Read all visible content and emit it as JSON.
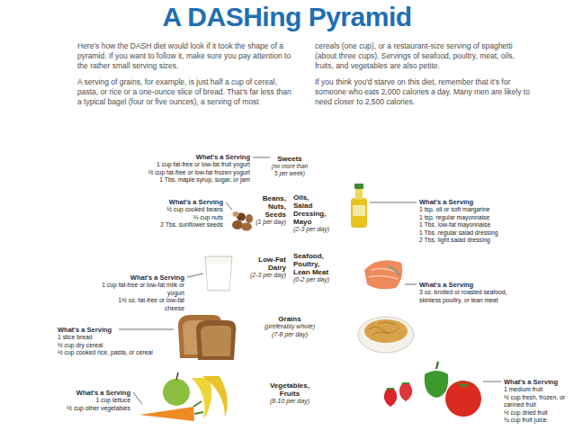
{
  "diagram": {
    "title": "A DASHing Pyramid",
    "nodes": [
      {
        "text": [
          "Sweets",
          "(no more than 5 per week)"
        ]
      },
      {
        "text": [
          "Beans, Nuts, Seeds",
          "(1 per day)"
        ]
      },
      {
        "text": [
          "Oils, Salad Dressing, Mayo",
          "(2-3 per day)"
        ]
      },
      {
        "text": [
          "Low-Fat Dairy",
          "(2-3 per day)"
        ]
      },
      {
        "text": [
          "Seafood, Poultry, Lean Meat",
          "(0-2 per day)"
        ]
      },
      {
        "text": [
          "Grains",
          "(preferably whole)",
          "(7-8 per day)"
        ]
      },
      {
        "text": [
          "Vegetables, Fruits",
          "(8-10 per day)"
        ]
      }
    ],
    "labels": [
      "Here's how the DASH diet would look if it took the shape of a pyramid. If you want to follow it, make sure you pay attention to the rather small serving sizes.",
      "A serving of grains, for example, is just half a cup of cereal, pasta, or rice or a one-ounce slice of bread. That's far less than a typical bagel (four or five ounces), a serving of most",
      "cereals (one cup), or a restaurant-size serving of spaghetti (about three cups). Servings of seafood, poultry, meat, oils, fruits, and vegetables are also petite.",
      "If you think you'd starve on this diet, remember that it's for someone who eats 2,000 calories a day. Many men are likely to need closer to 2,500 calories.",
      "What's a Serving",
      "1 cup fat-free or low-fat fruit yogurt",
      "½ cup fat-free or low-fat frozen yogurt",
      "1 Tbs. maple syrup, sugar, or jam",
      "What's a Serving",
      "½ cup cooked beans",
      "⅓ cup nuts",
      "2 Tbs. sunflower seeds",
      "What's a Serving",
      "1 tsp. oil or soft margarine",
      "1 tsp. regular mayonnaise",
      "1 Tbs. low-fat mayonnaise",
      "1 Tbs. regular salad dressing",
      "2 Tbs. light salad dressing",
      "What's a Serving",
      "1 cup fat-free or low-fat milk or yogurt",
      "1½ oz. fat-free or low-fat cheese",
      "What's a Serving",
      "3 oz. broiled or roasted seafood, skinless poultry, or lean meat",
      "What's a Serving",
      "1 slice bread",
      "½ cup dry cereal",
      "½ cup cooked rice, pasta, or cereal",
      "What's a Serving",
      "1 medium fruit",
      "½ cup fresh, frozen, or canned fruit",
      "½ cup dried fruit",
      "¾ cup fruit juice",
      "What's a Serving",
      "1 cup lettuce",
      "½ cup other vegetables"
    ]
  }
}
